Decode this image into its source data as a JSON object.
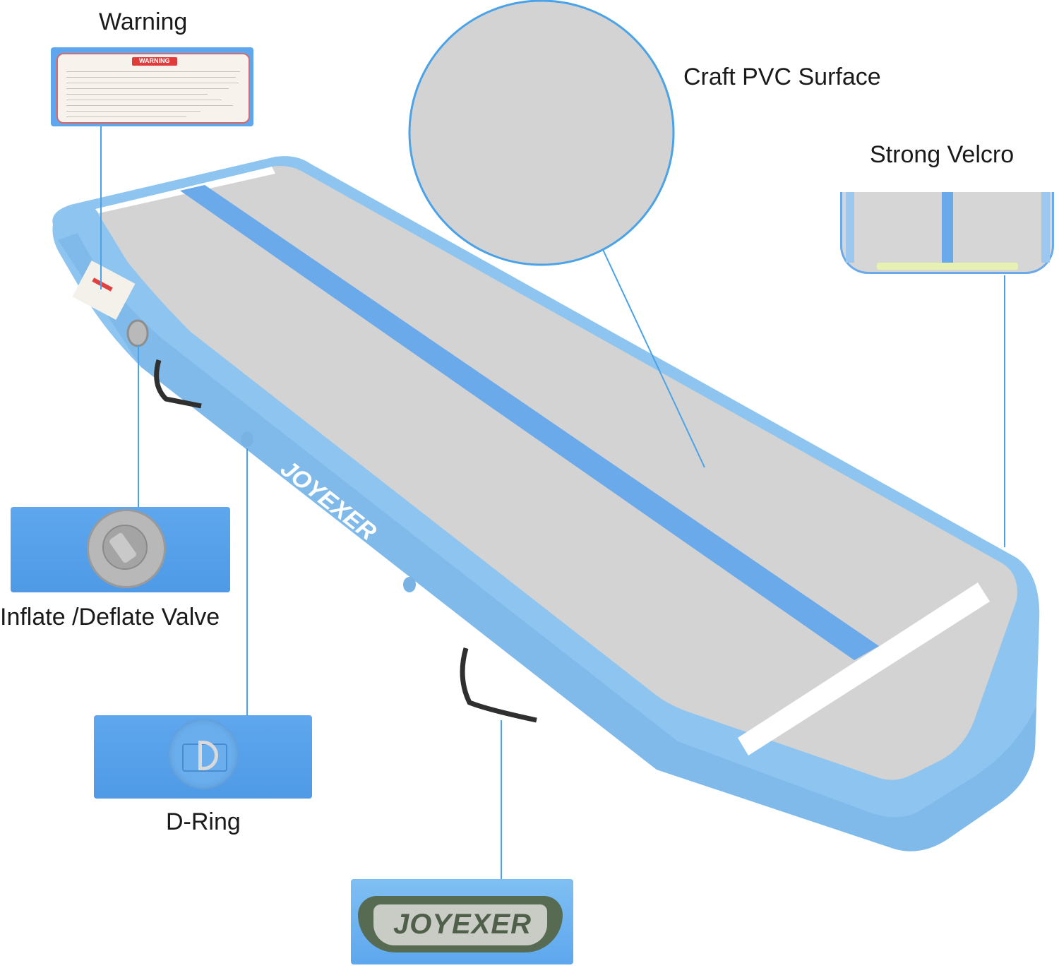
{
  "labels": {
    "warning": "Warning",
    "craft_pvc_surface": "Craft PVC Surface",
    "strong_velcro": "Strong Velcro",
    "inflate_deflate_valve": "Inflate /Deflate Valve",
    "d_ring": "D-Ring"
  },
  "warning_sticker": {
    "header": "WARNING"
  },
  "brand": {
    "name": "JOYEXER"
  },
  "colors": {
    "mat_blue": "#8ec5f0",
    "mat_blue_dark": "#6fb0e6",
    "surface_gray": "#d3d3d3",
    "stripe_blue": "#6aa9ea",
    "callout_line": "#4aa3e8",
    "inset_blue": "#5ea7ee"
  }
}
